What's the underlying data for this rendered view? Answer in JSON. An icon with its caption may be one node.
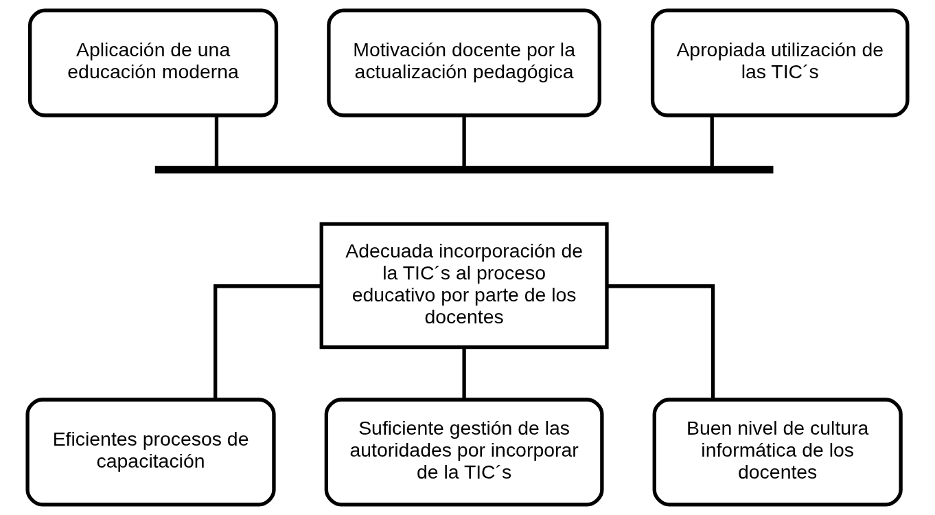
{
  "diagram": {
    "nodes": [
      {
        "text": [
          "Aplicación de una educación moderna"
        ]
      },
      {
        "text": [
          "Motivación docente por la actualización pedagógica"
        ]
      },
      {
        "text": [
          "Apropiada utilización de las TIC´s"
        ]
      },
      {
        "text": [],
        "shape": "bar"
      },
      {
        "text": [
          "Adecuada incorporación de la TIC´s al proceso educativo por parte de los docentes"
        ]
      },
      {
        "text": [
          "Eficientes procesos de capacitación"
        ]
      },
      {
        "text": [
          "Suficiente gestión de las autoridades por incorporar de la TIC´s"
        ]
      },
      {
        "text": [
          "Buen nivel de cultura informática de los docentes"
        ]
      }
    ],
    "edges": [
      {
        "from": 0,
        "to": 3,
        "arrow": "none"
      },
      {
        "from": 1,
        "to": 3,
        "arrow": "none"
      },
      {
        "from": 2,
        "to": 3,
        "arrow": "none"
      },
      {
        "from": 4,
        "to": 5,
        "arrow": "none"
      },
      {
        "from": 4,
        "to": 6,
        "arrow": "none"
      },
      {
        "from": 4,
        "to": 7,
        "arrow": "none"
      }
    ]
  }
}
